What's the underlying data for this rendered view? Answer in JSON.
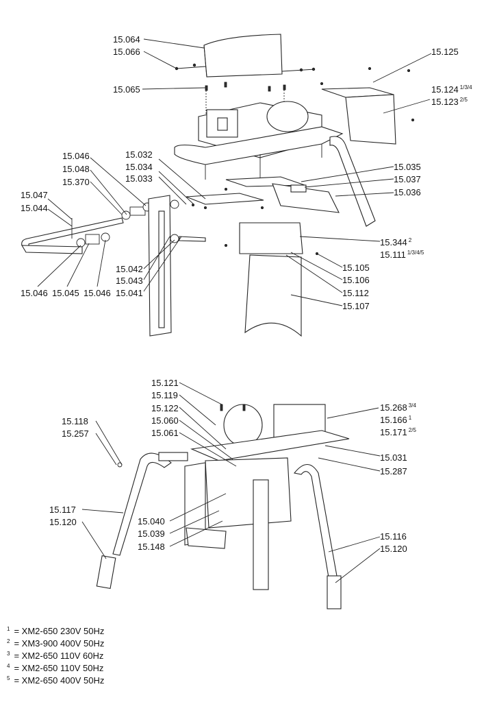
{
  "labels": {
    "p15_064": {
      "text": "15.064"
    },
    "p15_066": {
      "text": "15.066"
    },
    "p15_065": {
      "text": "15.065"
    },
    "p15_125": {
      "text": "15.125"
    },
    "p15_124": {
      "text": "15.124",
      "sup": "1/3/4"
    },
    "p15_123": {
      "text": "15.123",
      "sup": "2/5"
    },
    "p15_032": {
      "text": "15.032"
    },
    "p15_034": {
      "text": "15.034"
    },
    "p15_033": {
      "text": "15.033"
    },
    "p15_046a": {
      "text": "15.046"
    },
    "p15_048": {
      "text": "15.048"
    },
    "p15_370": {
      "text": "15.370"
    },
    "p15_047": {
      "text": "15.047"
    },
    "p15_044": {
      "text": "15.044"
    },
    "p15_035": {
      "text": "15.035"
    },
    "p15_037": {
      "text": "15.037"
    },
    "p15_036": {
      "text": "15.036"
    },
    "p15_344": {
      "text": "15.344",
      "sup": "2"
    },
    "p15_111": {
      "text": "15.111",
      "sup": "1/3/4/5"
    },
    "p15_105": {
      "text": "15.105"
    },
    "p15_106": {
      "text": "15.106"
    },
    "p15_112": {
      "text": "15.112"
    },
    "p15_107": {
      "text": "15.107"
    },
    "p15_042": {
      "text": "15.042"
    },
    "p15_043": {
      "text": "15.043"
    },
    "p15_041": {
      "text": "15.041"
    },
    "p15_046b": {
      "text": "15.046"
    },
    "p15_045": {
      "text": "15.045"
    },
    "p15_046c": {
      "text": "15.046"
    },
    "p15_121": {
      "text": "15.121"
    },
    "p15_119": {
      "text": "15.119"
    },
    "p15_122": {
      "text": "15.122"
    },
    "p15_060": {
      "text": "15.060"
    },
    "p15_061": {
      "text": "15.061"
    },
    "p15_118": {
      "text": "15.118"
    },
    "p15_257": {
      "text": "15.257"
    },
    "p15_268": {
      "text": "15.268",
      "sup": "3/4"
    },
    "p15_166": {
      "text": "15.166",
      "sup": "1"
    },
    "p15_171": {
      "text": "15.171",
      "sup": "2/5"
    },
    "p15_031": {
      "text": "15.031"
    },
    "p15_287": {
      "text": "15.287"
    },
    "p15_117": {
      "text": "15.117"
    },
    "p15_120a": {
      "text": "15.120"
    },
    "p15_040": {
      "text": "15.040"
    },
    "p15_039": {
      "text": "15.039"
    },
    "p15_148": {
      "text": "15.148"
    },
    "p15_116": {
      "text": "15.116"
    },
    "p15_120b": {
      "text": "15.120"
    }
  },
  "legend": [
    {
      "num": "1",
      "text": "= XM2-650 230V 50Hz"
    },
    {
      "num": "2",
      "text": "= XM3-900 400V 50Hz"
    },
    {
      "num": "3",
      "text": "= XM2-650 110V 60Hz"
    },
    {
      "num": "4",
      "text": "= XM2-650 110V 50Hz"
    },
    {
      "num": "5",
      "text": "= XM2-650 400V 50Hz"
    }
  ]
}
